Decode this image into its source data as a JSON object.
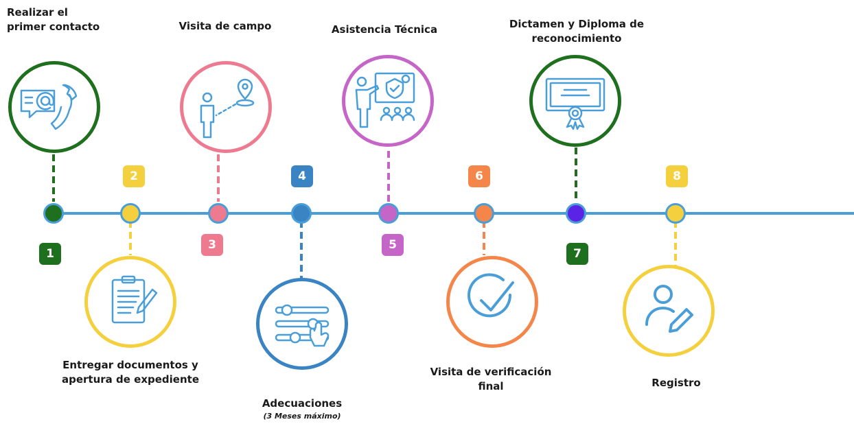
{
  "steps": [
    {
      "number": "1",
      "label_line1": "Realizar el",
      "label_line2": "primer contacto",
      "color": "#1e6f1e",
      "icon": "contact-email-phone-icon"
    },
    {
      "number": "2",
      "label_line1": "Entregar documentos y",
      "label_line2": "apertura de expediente",
      "color": "#f4d03f",
      "icon": "clipboard-document-icon"
    },
    {
      "number": "3",
      "label_line1": "Visita de campo",
      "color": "#ee7a90",
      "icon": "person-location-pin-icon"
    },
    {
      "number": "4",
      "label_line1": "Adecuaciones",
      "label_sub": "(3 Meses máximo)",
      "color": "#3a84c4",
      "icon": "sliders-hand-icon"
    },
    {
      "number": "5",
      "label_line1": "Asistencia Técnica",
      "color": "#c665c8",
      "icon": "presentation-audience-icon"
    },
    {
      "number": "6",
      "label_line1": "Visita de verificación",
      "label_line2": "final",
      "color": "#f5864a",
      "icon": "check-circle-icon"
    },
    {
      "number": "7",
      "label_line1": "Dictamen y Diploma de",
      "label_line2": "reconocimiento",
      "color": "#1e6f1e",
      "icon": "diploma-certificate-icon"
    },
    {
      "number": "8",
      "label_line1": "Registro",
      "color": "#f4d03f",
      "icon": "user-edit-icon"
    }
  ],
  "timeline_color": "#4a9ed8",
  "step7_dot_color": "#5b23e6",
  "icon_color": "#4a9ed8"
}
